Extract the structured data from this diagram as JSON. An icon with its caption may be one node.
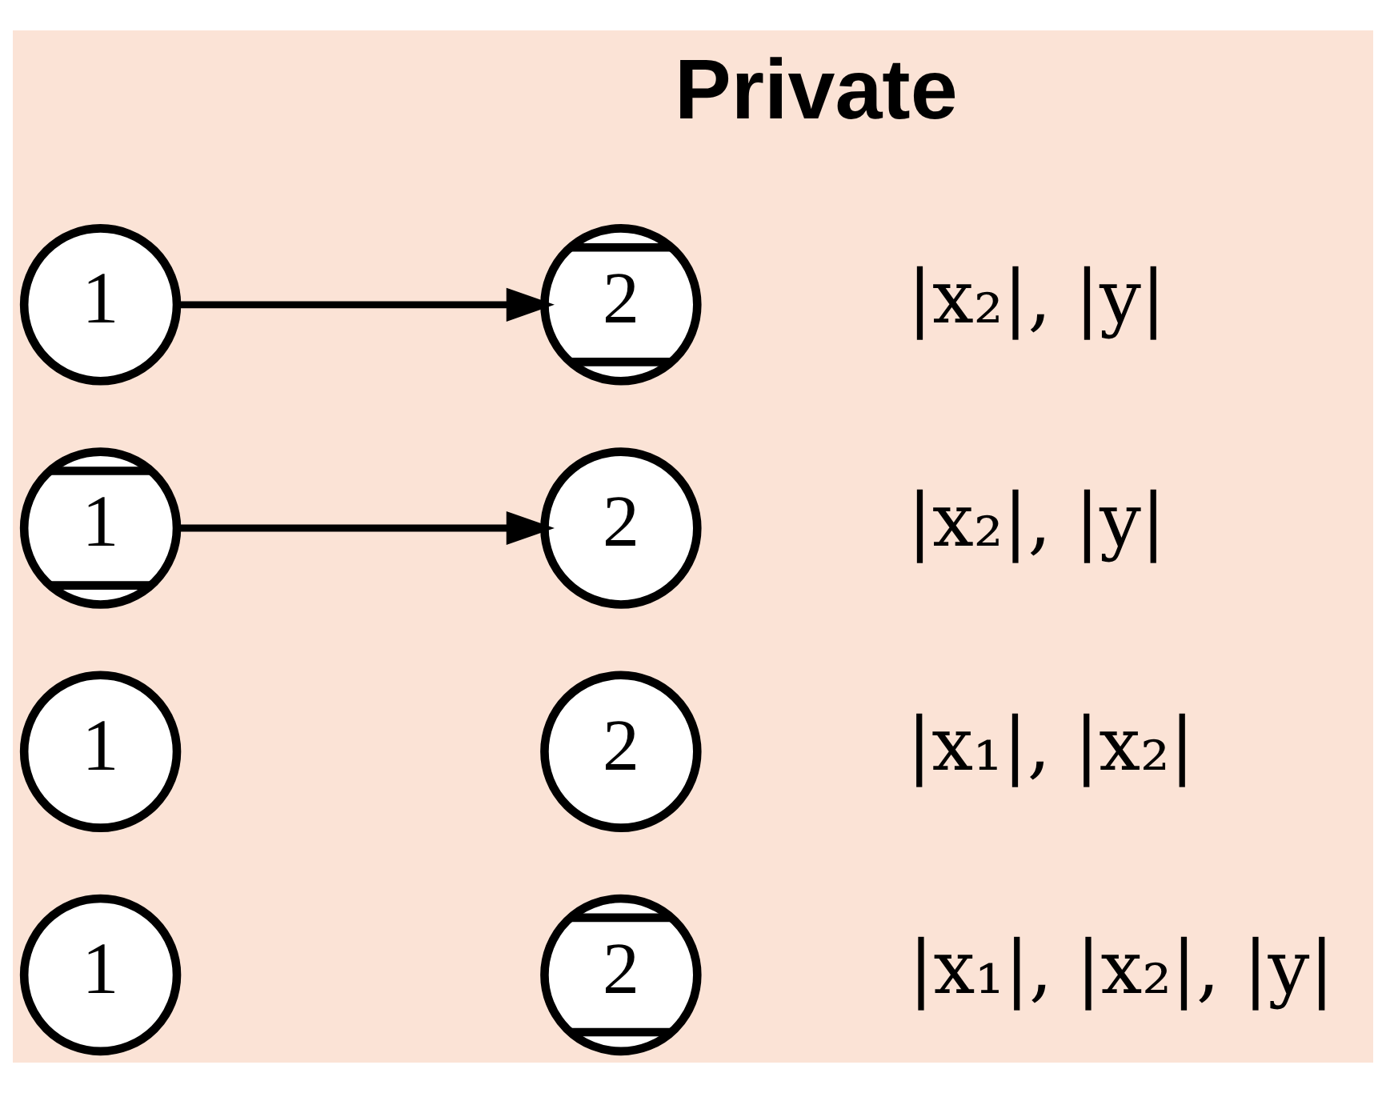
{
  "diagram": {
    "nodes": [
      {
        "text": [
          "1"
        ]
      },
      {
        "text": [
          "2"
        ]
      },
      {
        "text": [
          "1"
        ]
      },
      {
        "text": [
          "2"
        ]
      },
      {
        "text": [
          "1"
        ]
      },
      {
        "text": [
          "2"
        ]
      },
      {
        "text": [
          "1"
        ]
      },
      {
        "text": [
          "2"
        ]
      }
    ],
    "edges": [
      {
        "from": 0,
        "to": 1,
        "arrow": "to"
      },
      {
        "from": 2,
        "to": 3,
        "arrow": "to"
      }
    ],
    "labels": [
      "Private",
      "|x₂|, |y|",
      "|x₂|, |y|",
      "|x₁|, |x₂|",
      "|x₁|, |x₂|, |y|"
    ]
  }
}
